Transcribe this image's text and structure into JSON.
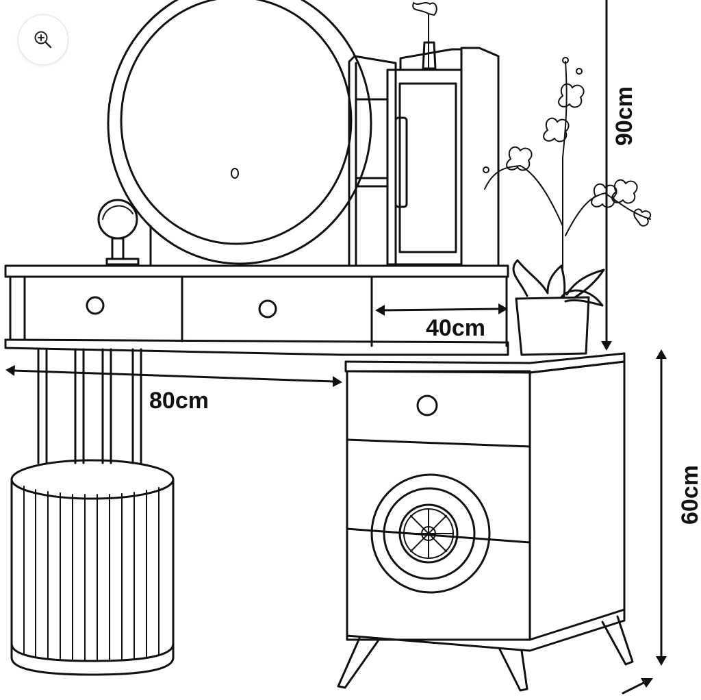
{
  "dimensions": {
    "width_label": "80cm",
    "depth_label": "40cm",
    "height_label": "90cm",
    "cabinet_height_label": "60cm"
  },
  "toolbar": {
    "zoom_icon": "zoom-in-icon"
  },
  "colors": {
    "line": "#111111",
    "background": "#ffffff"
  }
}
